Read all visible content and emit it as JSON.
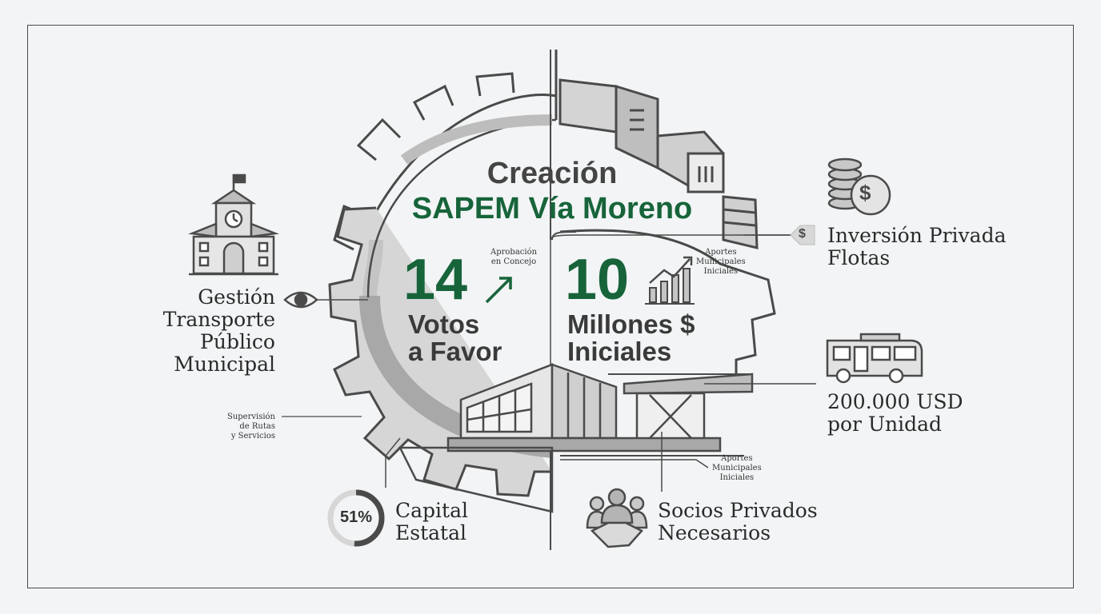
{
  "title": {
    "line1": "Creación",
    "line2": "SAPEM Vía Moreno"
  },
  "votes": {
    "number": "14",
    "label_line1": "Votos",
    "label_line2": "a Favor",
    "note_line1": "Aprobación",
    "note_line2": "en Concejo"
  },
  "millions": {
    "number": "10",
    "label_line1": "Millones $",
    "label_line2": "Iniciales",
    "note_line1": "Aportes",
    "note_line2": "Municipales",
    "note_line3": "Iniciales"
  },
  "left": {
    "title_line1": "Gestión",
    "title_line2": "Transporte",
    "title_line3": "Público",
    "title_line4": "Municipal",
    "note_line1": "Supervisión",
    "note_line2": "de Rutas",
    "note_line3": "y Servicios"
  },
  "investment": {
    "icon_symbol": "$",
    "line1": "Inversión Privada",
    "line2": "Flotas"
  },
  "bus": {
    "line1": "200.000 USD",
    "line2": "por Unidad"
  },
  "capital": {
    "percent": "51%",
    "percent_value": 0.51,
    "line1": "Capital",
    "line2": "Estatal"
  },
  "partners": {
    "line1": "Socios Privados",
    "line2": "Necesarios",
    "note_line1": "Aportes",
    "note_line2": "Municipales",
    "note_line3": "Iniciales"
  },
  "colors": {
    "green": "#17643a",
    "dark": "#4a4a4a",
    "gray": "#a9a9a9",
    "light": "#d9d9d9"
  },
  "icons": [
    "town-hall-icon",
    "eye-icon",
    "coins-dollar-icon",
    "dollar-tag-icon",
    "bus-icon",
    "bar-chart-icon",
    "arrow-up-right-icon",
    "handshake-people-icon",
    "donut-gauge-icon"
  ]
}
